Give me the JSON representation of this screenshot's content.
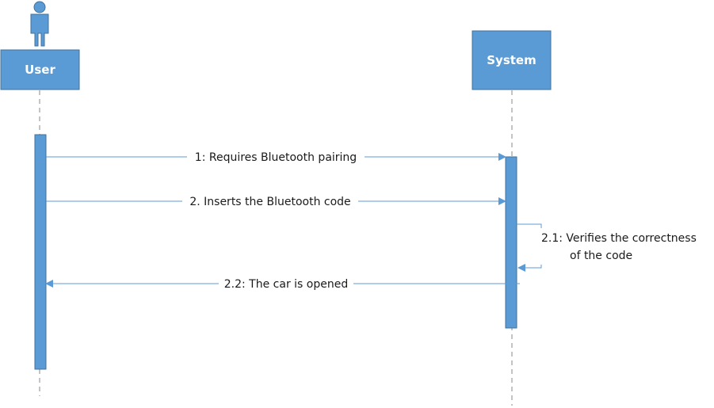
{
  "diagram": {
    "type": "uml-sequence",
    "colors": {
      "participant_fill": "#5b9bd5",
      "participant_stroke": "#41719c",
      "lifeline": "#8a8a8a",
      "arrow": "#5b9bd5",
      "text": "#1a1a1a"
    },
    "participants": [
      {
        "id": "user",
        "label": "User",
        "icon": "actor-icon"
      },
      {
        "id": "system",
        "label": "System"
      }
    ],
    "messages": [
      {
        "from": "user",
        "to": "system",
        "label": "1: Requires Bluetooth pairing"
      },
      {
        "from": "user",
        "to": "system",
        "label": "2. Inserts the Bluetooth code"
      },
      {
        "from": "system",
        "to": "system",
        "label_lines": [
          "2.1: Verifies the correctness",
          "of the code"
        ]
      },
      {
        "from": "system",
        "to": "user",
        "label": "2.2: The car is opened"
      }
    ]
  }
}
